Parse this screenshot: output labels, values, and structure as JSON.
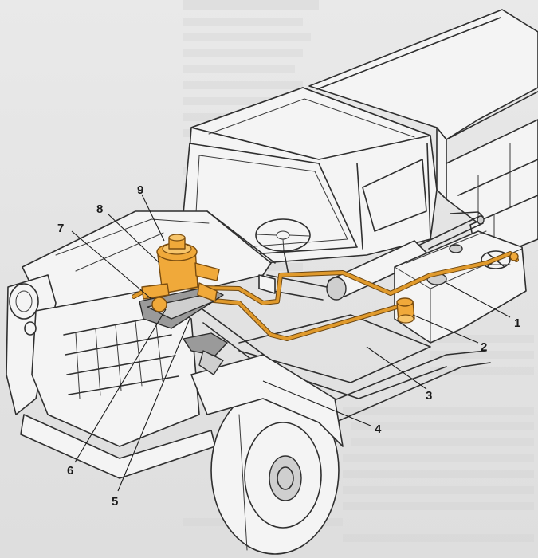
{
  "callouts": {
    "c1": "1",
    "c2": "2",
    "c3": "3",
    "c4": "4",
    "c5": "5",
    "c6": "6",
    "c7": "7",
    "c8": "8",
    "c9": "9"
  },
  "colors": {
    "heater_parts": "#f0a93a",
    "fuel_lines": "#e09a2c",
    "outline": "#2f2f2f",
    "page": "#e4e4e4"
  }
}
